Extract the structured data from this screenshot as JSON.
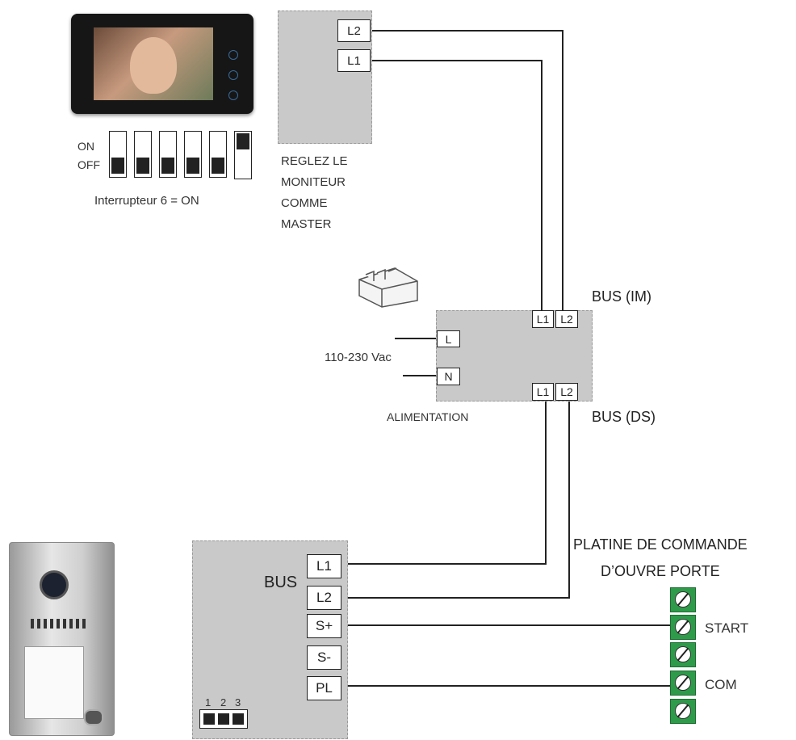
{
  "monitor": {
    "switch_on_label": "ON",
    "switch_off_label": "OFF",
    "switch_caption": "Interrupteur 6 = ON",
    "dip_switches": [
      "off",
      "off",
      "off",
      "off",
      "off",
      "on"
    ],
    "terminals": [
      "L2",
      "L1"
    ],
    "master_note": [
      "REGLEZ LE",
      "MONITEUR",
      "COMME",
      "MASTER"
    ]
  },
  "power_supply": {
    "caption": "ALIMENTATION",
    "input_voltage": "110-230 Vac",
    "input_terminals": [
      "L",
      "N"
    ],
    "bus_im_label": "BUS (IM)",
    "bus_ds_label": "BUS (DS)",
    "bus_im_terminals": [
      "L1",
      "L2"
    ],
    "bus_ds_terminals": [
      "L1",
      "L2"
    ]
  },
  "door_station": {
    "bus_label": "BUS",
    "terminals": [
      "L1",
      "L2",
      "S+",
      "S-",
      "PL"
    ],
    "jumper_numbers": [
      "1",
      "2",
      "3"
    ]
  },
  "door_opener_board": {
    "title_line1": "PLATINE DE COMMANDE",
    "title_line2": "D’OUVRE PORTE",
    "start_label": "START",
    "com_label": "COM",
    "colors": {
      "terminal_block": "#2e9b4a"
    }
  }
}
